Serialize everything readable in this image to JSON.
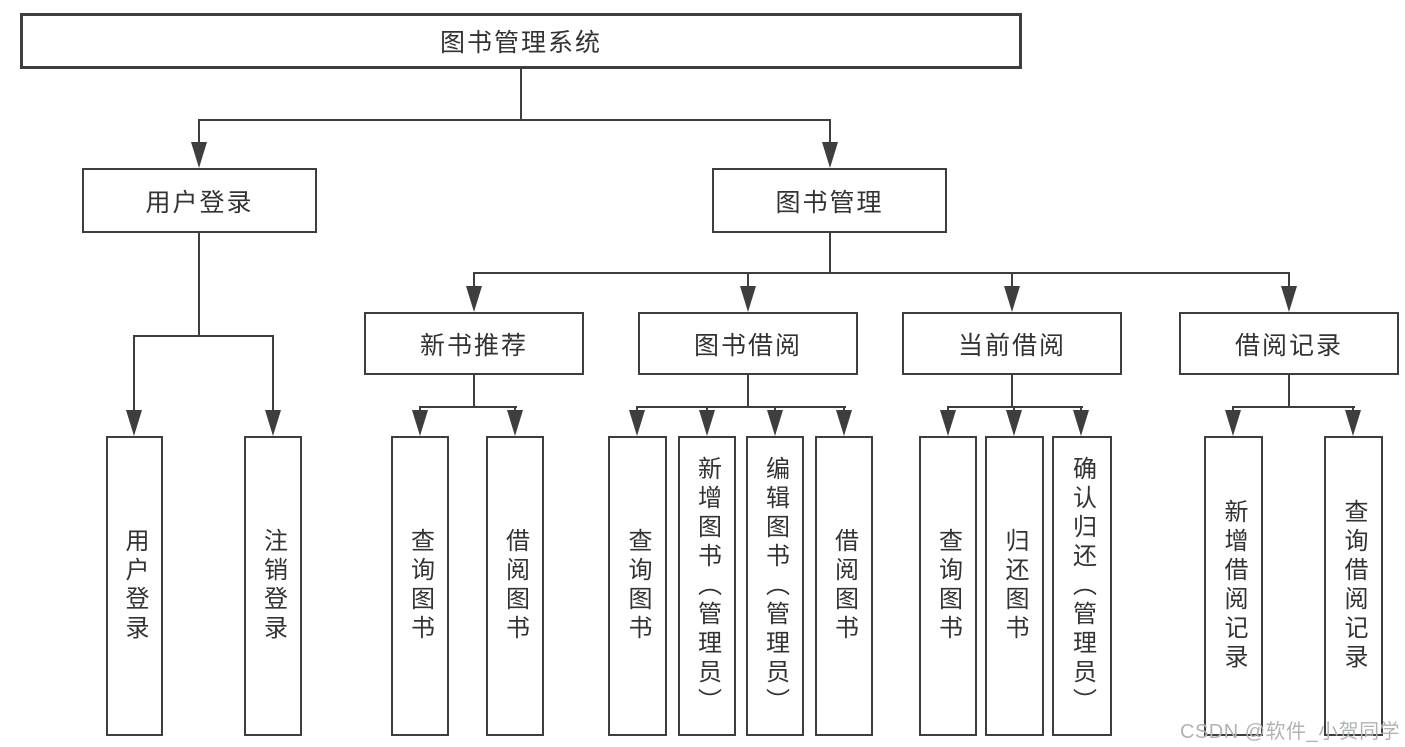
{
  "diagram": {
    "colors": {
      "line": "#3e3e3e",
      "text": "#333333",
      "watermark": "#b0b3b6",
      "background": "#ffffff"
    },
    "watermark": "CSDN @软件_小贺同学",
    "nodes": {
      "root": {
        "label": "图书管理系统"
      },
      "login_group": {
        "label": "用户登录"
      },
      "book_mgmt": {
        "label": "图书管理"
      },
      "new_book_rec": {
        "label": "新书推荐"
      },
      "book_borrow": {
        "label": "图书借阅"
      },
      "current_borrow": {
        "label": "当前借阅"
      },
      "borrow_records": {
        "label": "借阅记录"
      },
      "user_login": {
        "label": "用户登录"
      },
      "logout": {
        "label": "注销登录"
      },
      "nb_query": {
        "label": "查询图书"
      },
      "nb_borrow": {
        "label": "借阅图书"
      },
      "bb_query": {
        "label": "查询图书"
      },
      "bb_add": {
        "label": "新增图书（管理员）"
      },
      "bb_edit": {
        "label": "编辑图书（管理员）"
      },
      "bb_borrow": {
        "label": "借阅图书"
      },
      "cb_query": {
        "label": "查询图书"
      },
      "cb_return": {
        "label": "归还图书"
      },
      "cb_confirm": {
        "label": "确认归还（管理员）"
      },
      "br_add": {
        "label": "新增借阅记录"
      },
      "br_query": {
        "label": "查询借阅记录"
      }
    }
  }
}
